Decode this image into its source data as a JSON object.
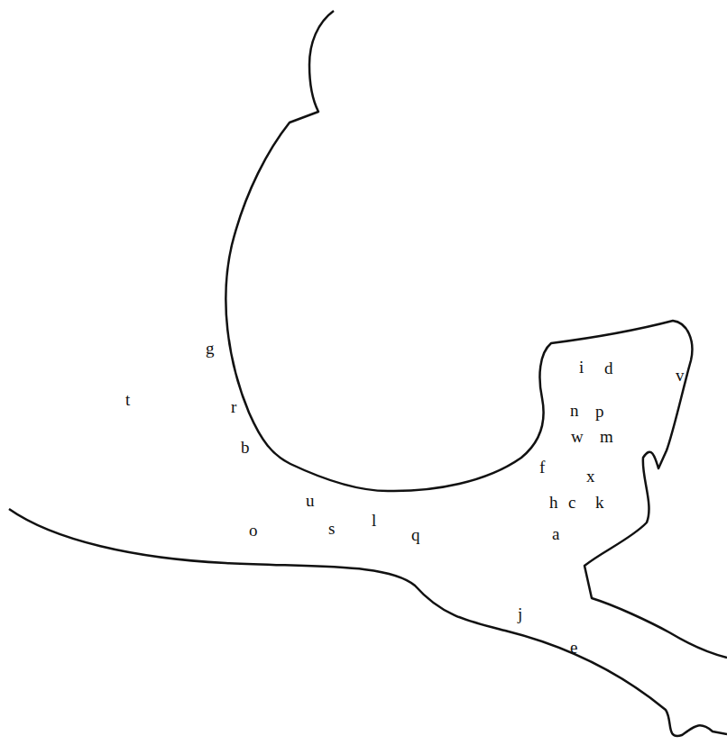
{
  "diagram": {
    "labels": [
      "g",
      "i",
      "d",
      "v",
      "t",
      "r",
      "n",
      "p",
      "w",
      "m",
      "b",
      "f",
      "x",
      "u",
      "h",
      "c",
      "k",
      "o",
      "l",
      "s",
      "q",
      "a",
      "j",
      "e"
    ]
  }
}
